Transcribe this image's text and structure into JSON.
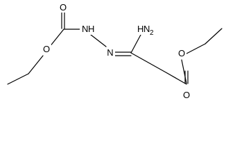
{
  "molecule": {
    "atoms": {
      "o_carbonyl_left": "O",
      "o_ester_left": "O",
      "n_nh": "N",
      "h_nh": "H",
      "n_imine": "N",
      "n_amino": "N",
      "h_amino": "H",
      "h_amino_sub": "2",
      "o_ester_right": "O",
      "o_carbonyl_right": "O"
    }
  }
}
